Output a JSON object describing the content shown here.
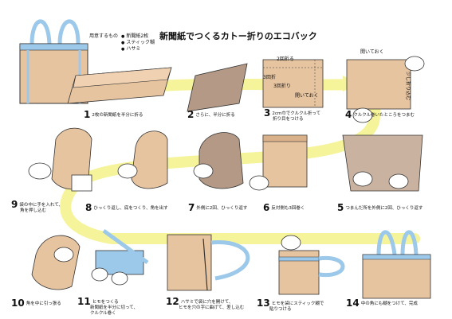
{
  "title": "新聞紙でつくるカトー折りのエコバック",
  "materials": {
    "heading": "用意するもの",
    "items": [
      "新聞紙2枚",
      "スティック糊",
      "ハサミ"
    ]
  },
  "steps": [
    {
      "num": "1",
      "text": "2枚の新聞紙を半分に折る"
    },
    {
      "num": "2",
      "text": "さらに、半分に折る"
    },
    {
      "num": "3",
      "text": "2cm巾でクルクル折って",
      "text2": "折り目をつける"
    },
    {
      "num": "4",
      "text": "クルクル巻いたところをつまむ"
    },
    {
      "num": "5",
      "text": "つまんだ所を外側に2回、ひっくり返す"
    },
    {
      "num": "6",
      "text": "反対側も3回巻く"
    },
    {
      "num": "7",
      "text": "外側に2回、ひっくり返す"
    },
    {
      "num": "8",
      "text": "ひっくり返し、底をつくり、角を出す"
    },
    {
      "num": "9",
      "text": "袋の中に手を入れて、",
      "text2": "角を押し込む"
    },
    {
      "num": "10",
      "text": "角を中に引っ張る"
    },
    {
      "num": "11",
      "text": "ヒモをつくる",
      "text2": "新聞紙を半分に切って、",
      "text3": "クルクル巻く"
    },
    {
      "num": "12",
      "text": "ハサミで袋に穴を開けて、",
      "text2": "ヒモを穴の字に曲げて、差し込む"
    },
    {
      "num": "13",
      "text": "ヒモを袋にスティック糊で",
      "text2": "貼りつける"
    },
    {
      "num": "14",
      "text": "中の角にも糊をつけて、完成"
    }
  ],
  "notes": {
    "fold_twice": "2回折る",
    "fold_three_a": "3回折",
    "fold_three_b": "3回折り",
    "open_a": "開いておく",
    "open_b": "開いておく",
    "fold_inner": "少し折り込む"
  }
}
